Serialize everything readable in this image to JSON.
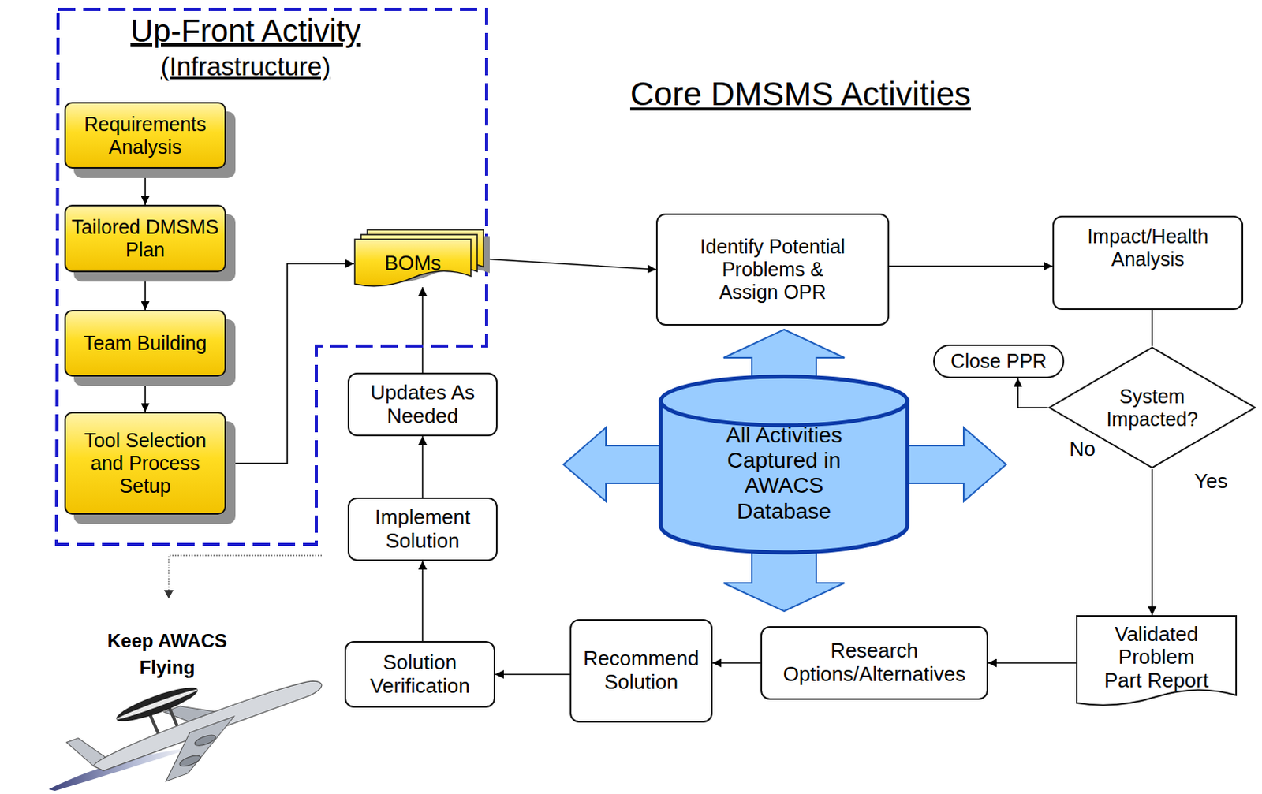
{
  "diagram": {
    "title": "Core DMSMS Activities",
    "nodes": [
      {
        "text": [
          "Up-Front Activity",
          "(Infrastructure)"
        ]
      },
      {
        "text": [
          "Requirements Analysis"
        ],
        "in": 0
      },
      {
        "text": [
          "Tailored DMSMS Plan"
        ],
        "in": 0
      },
      {
        "text": [
          "Team Building"
        ],
        "in": 0
      },
      {
        "text": [
          "Tool Selection and Process Setup"
        ],
        "in": 0
      },
      {
        "text": [
          "BOMs"
        ],
        "in": 0
      },
      {
        "text": [
          "Identify Potential Problems & Assign OPR"
        ]
      },
      {
        "text": [
          "Impact/Health Analysis"
        ]
      },
      {
        "text": [
          "System Impacted?"
        ]
      },
      {
        "text": [
          "Close PPR"
        ]
      },
      {
        "text": [
          "Validated Problem Part Report"
        ]
      },
      {
        "text": [
          "Research Options/Alternatives"
        ]
      },
      {
        "text": [
          "Recommend Solution"
        ]
      },
      {
        "text": [
          "Solution Verification"
        ]
      },
      {
        "text": [
          "Implement Solution"
        ]
      },
      {
        "text": [
          "Updates As Needed"
        ]
      },
      {
        "text": [
          "All Activities Captured in AWACS Database"
        ]
      }
    ],
    "edges": [
      {
        "from": 1,
        "to": 2,
        "arrow": "to"
      },
      {
        "from": 2,
        "to": 3,
        "arrow": "to"
      },
      {
        "from": 3,
        "to": 4,
        "arrow": "to"
      },
      {
        "from": 4,
        "to": 5,
        "arrow": "to"
      },
      {
        "from": 5,
        "to": 6,
        "arrow": "to"
      },
      {
        "from": 6,
        "to": 7,
        "arrow": "to"
      },
      {
        "from": 7,
        "to": 8,
        "arrow": "none"
      },
      {
        "from": 8,
        "to": 9,
        "label": "No",
        "arrow": "to"
      },
      {
        "from": 8,
        "to": 10,
        "label": "Yes",
        "arrow": "to"
      },
      {
        "from": 10,
        "to": 11,
        "arrow": "to"
      },
      {
        "from": 11,
        "to": 12,
        "arrow": "to"
      },
      {
        "from": 12,
        "to": 13,
        "arrow": "to"
      },
      {
        "from": 13,
        "to": 14,
        "arrow": "to"
      },
      {
        "from": 14,
        "to": 15,
        "arrow": "to"
      },
      {
        "from": 15,
        "to": 5,
        "arrow": "to"
      }
    ],
    "labels": [
      "Keep AWACS Flying"
    ]
  }
}
